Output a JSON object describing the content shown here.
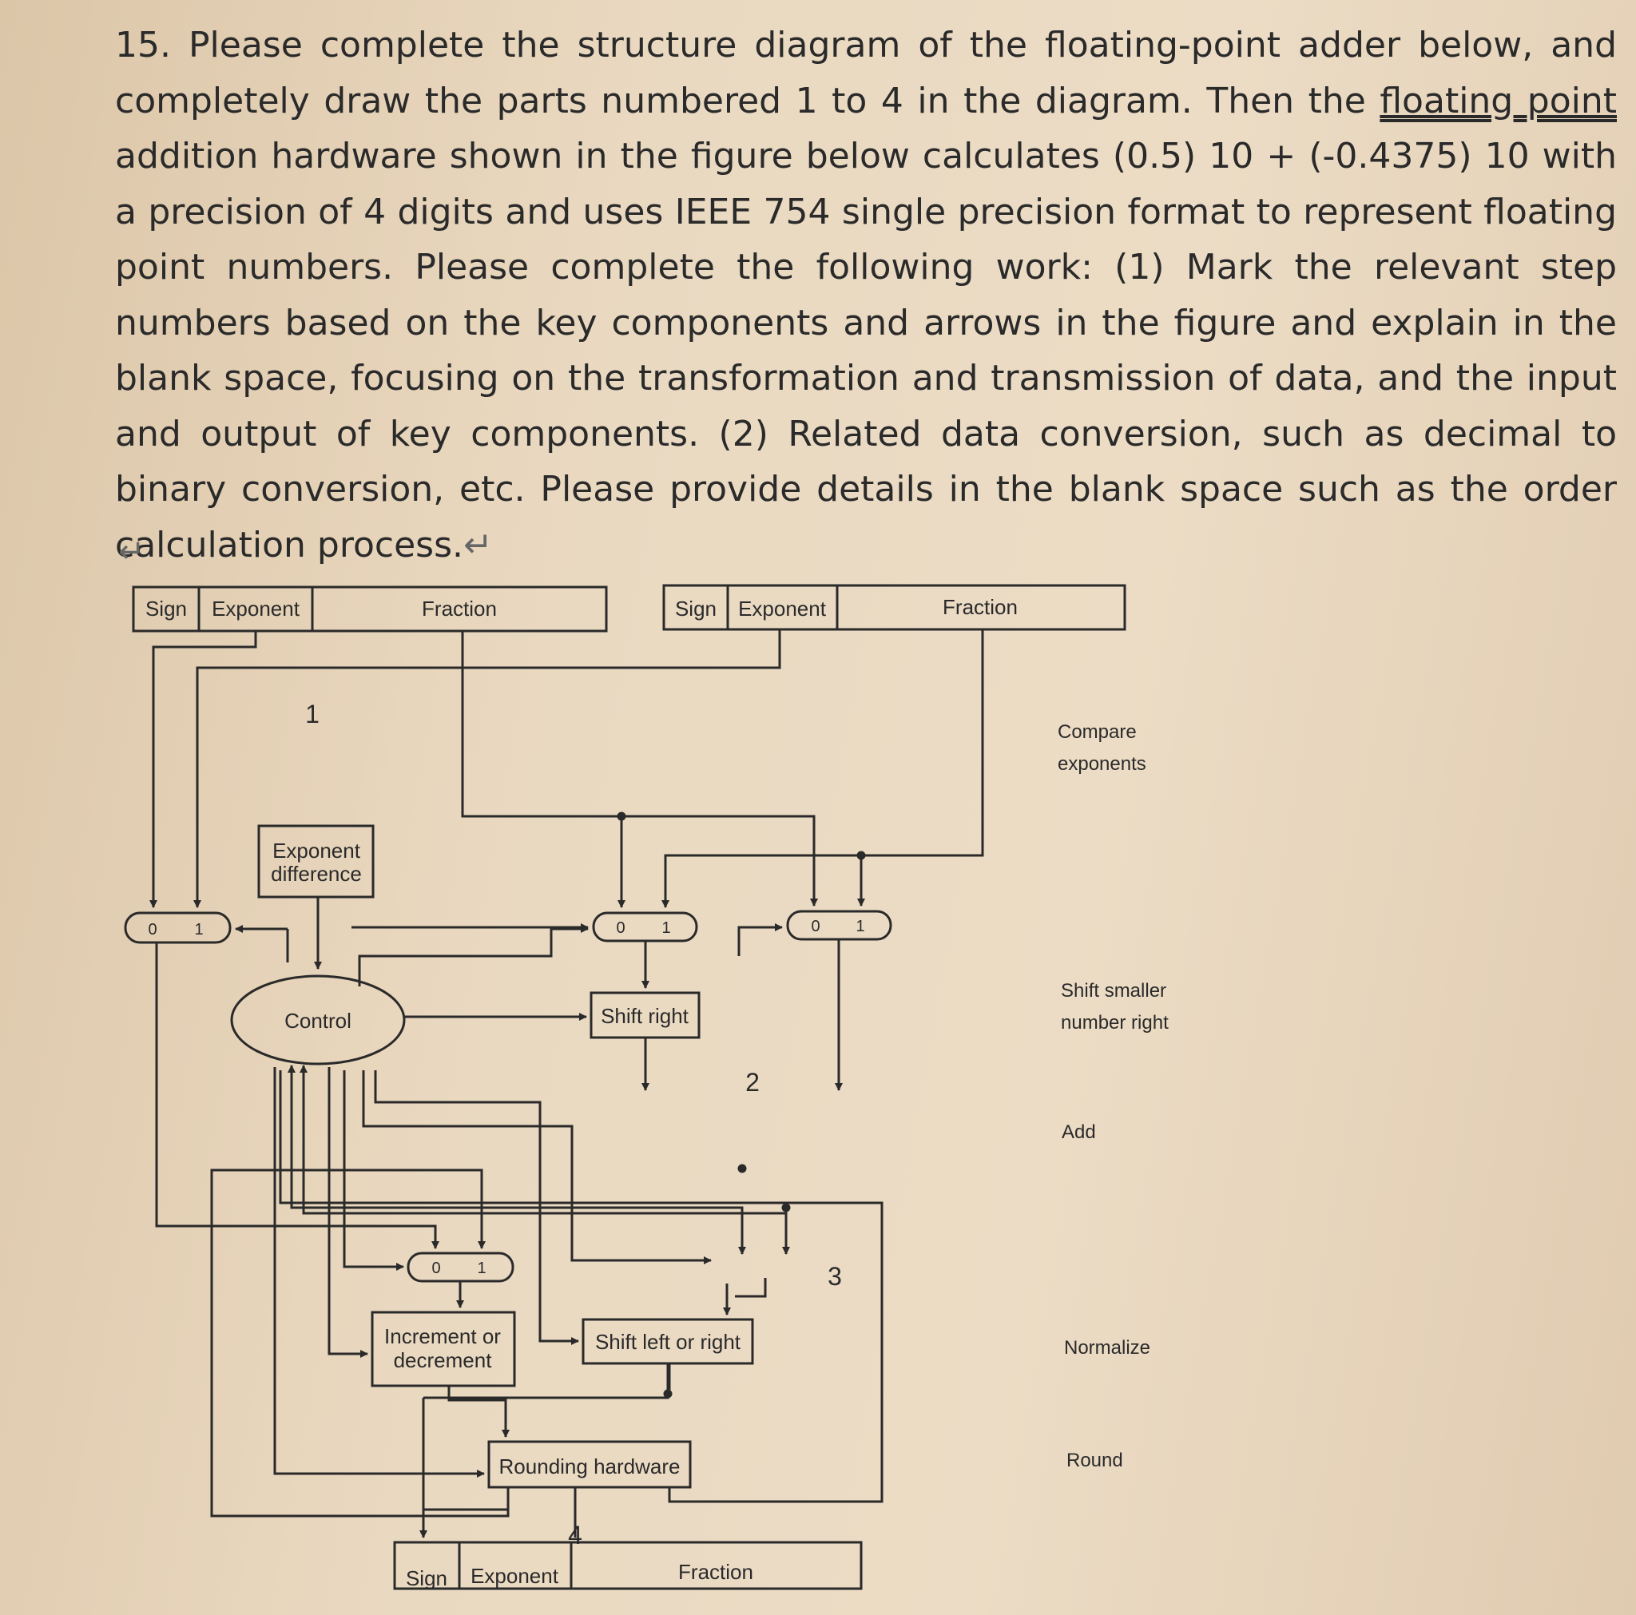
{
  "question": {
    "text_before_link": "15. Please complete the structure diagram of the floating-point adder below, and completely draw the parts numbered 1 to 4 in the diagram. Then the ",
    "link_text": "floating point",
    "text_after_link": " addition hardware shown in the figure below calculates (0.5) 10 + (-0.4375) 10 with a precision of 4 digits and uses IEEE 754 single precision format to represent floating point numbers. Please complete the following work: (1) Mark the relevant step numbers based on the key components and arrows in the figure and explain in the blank space, focusing on the transformation and transmission of data, and the input and output of key components. (2) Related data conversion, such as decimal to binary conversion, etc. Please provide details in the blank space such as the order calculation process.",
    "return_mark": "↵"
  },
  "diagram": {
    "input_a": {
      "sign": "Sign",
      "exponent": "Exponent",
      "fraction": "Fraction"
    },
    "input_b": {
      "sign": "Sign",
      "exponent": "Exponent",
      "fraction": "Fraction"
    },
    "output": {
      "sign": "Sign",
      "exponent": "Exponent",
      "fraction": "Fraction"
    },
    "exponent_difference": [
      "Exponent",
      "difference"
    ],
    "control": "Control",
    "shift_right": "Shift right",
    "increment_or_decrement": [
      "Increment or",
      "decrement"
    ],
    "shift_left_or_right": "Shift left or right",
    "rounding_hardware": "Rounding hardware",
    "mux_labels": {
      "zero": "0",
      "one": "1"
    },
    "part_numbers": [
      "1",
      "2",
      "3",
      "4"
    ],
    "steps": {
      "compare_exponents": [
        "Compare",
        "exponents"
      ],
      "shift_smaller": [
        "Shift smaller",
        "number right"
      ],
      "add": "Add",
      "normalize": "Normalize",
      "round": "Round"
    }
  }
}
